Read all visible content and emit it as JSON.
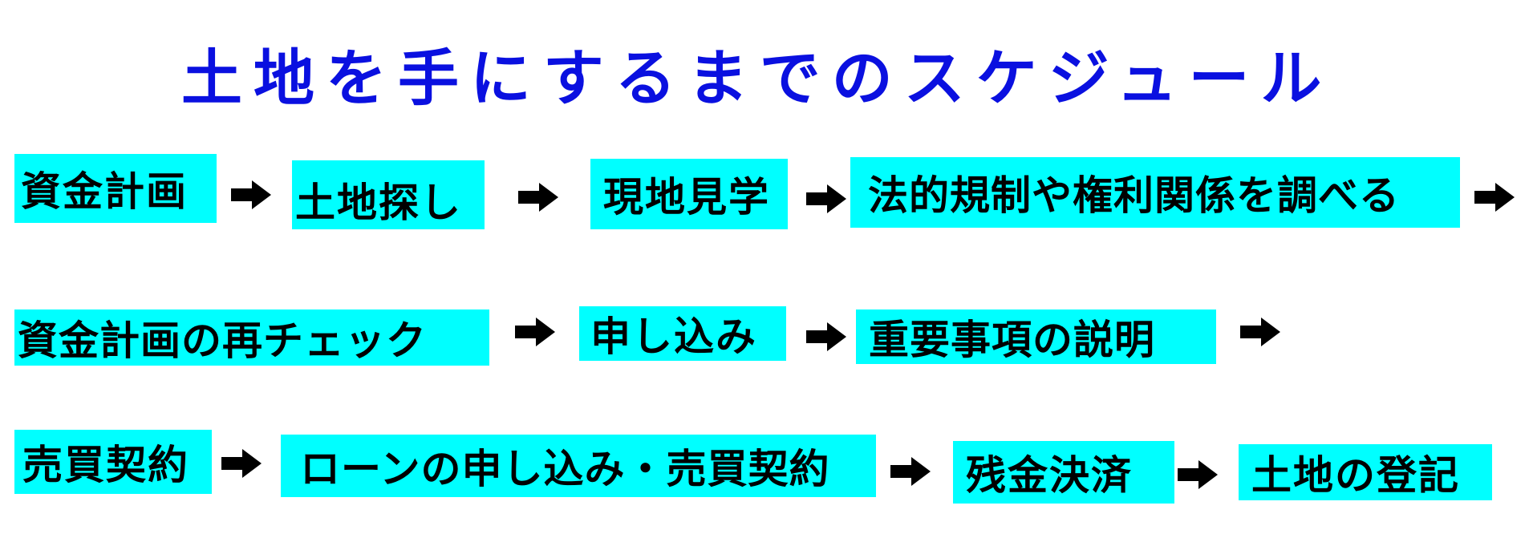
{
  "title": "土地を手にするまでのスケジュール",
  "colors": {
    "title": "#0a10e0",
    "box_fill": "#00ffff",
    "arrow": "#000000"
  },
  "rows": [
    {
      "steps": [
        "資金計画",
        "土地探し",
        "現地見学",
        "法的規制や権利関係を調べる"
      ]
    },
    {
      "steps": [
        "資金計画の再チェック",
        "申し込み",
        "重要事項の説明"
      ]
    },
    {
      "steps": [
        "売買契約",
        "ローンの申し込み・売買契約",
        "残金決済",
        "土地の登記"
      ]
    }
  ]
}
